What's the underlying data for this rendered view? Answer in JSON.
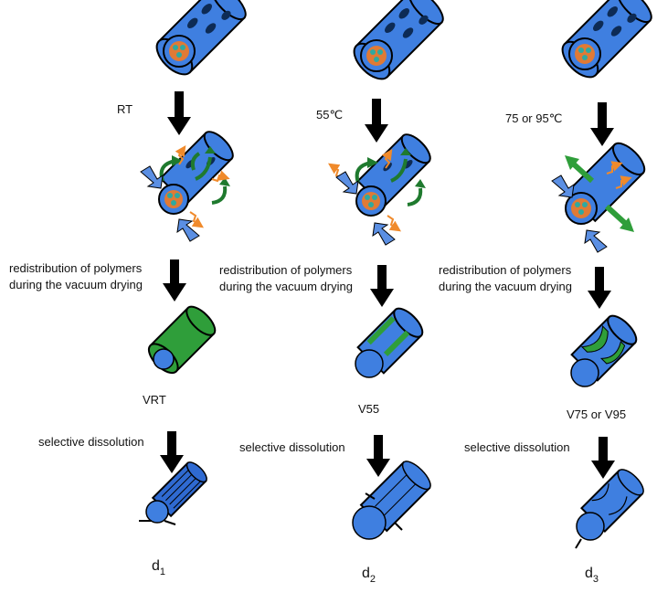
{
  "columns": [
    {
      "condition": "RT",
      "step1": "redistribution of polymers",
      "step2": "during the vacuum drying",
      "sample": "VRT",
      "step3": "selective dissolution",
      "result_main": "d",
      "result_sub": "1"
    },
    {
      "condition": "55℃",
      "step1": "redistribution of polymers",
      "step2": "during the vacuum drying",
      "sample": "V55",
      "step3": "selective dissolution",
      "result_main": "d",
      "result_sub": "2"
    },
    {
      "condition": "75 or 95℃",
      "step1": "redistribution of polymers",
      "step2": "during the vacuum drying",
      "sample": "V75 or V95",
      "step3": "selective dissolution",
      "result_main": "d",
      "result_sub": "3"
    }
  ],
  "colors": {
    "fiber_blue": "#3f7fe0",
    "hole_dark": "#0d2b55",
    "core_orange": "#e07a35",
    "core_teal": "#2fa9a0",
    "shell_green": "#2f9e3a",
    "flow_green": "#1f7a2e",
    "heat_orange": "#f08a2b",
    "arrow_black": "#000000"
  }
}
